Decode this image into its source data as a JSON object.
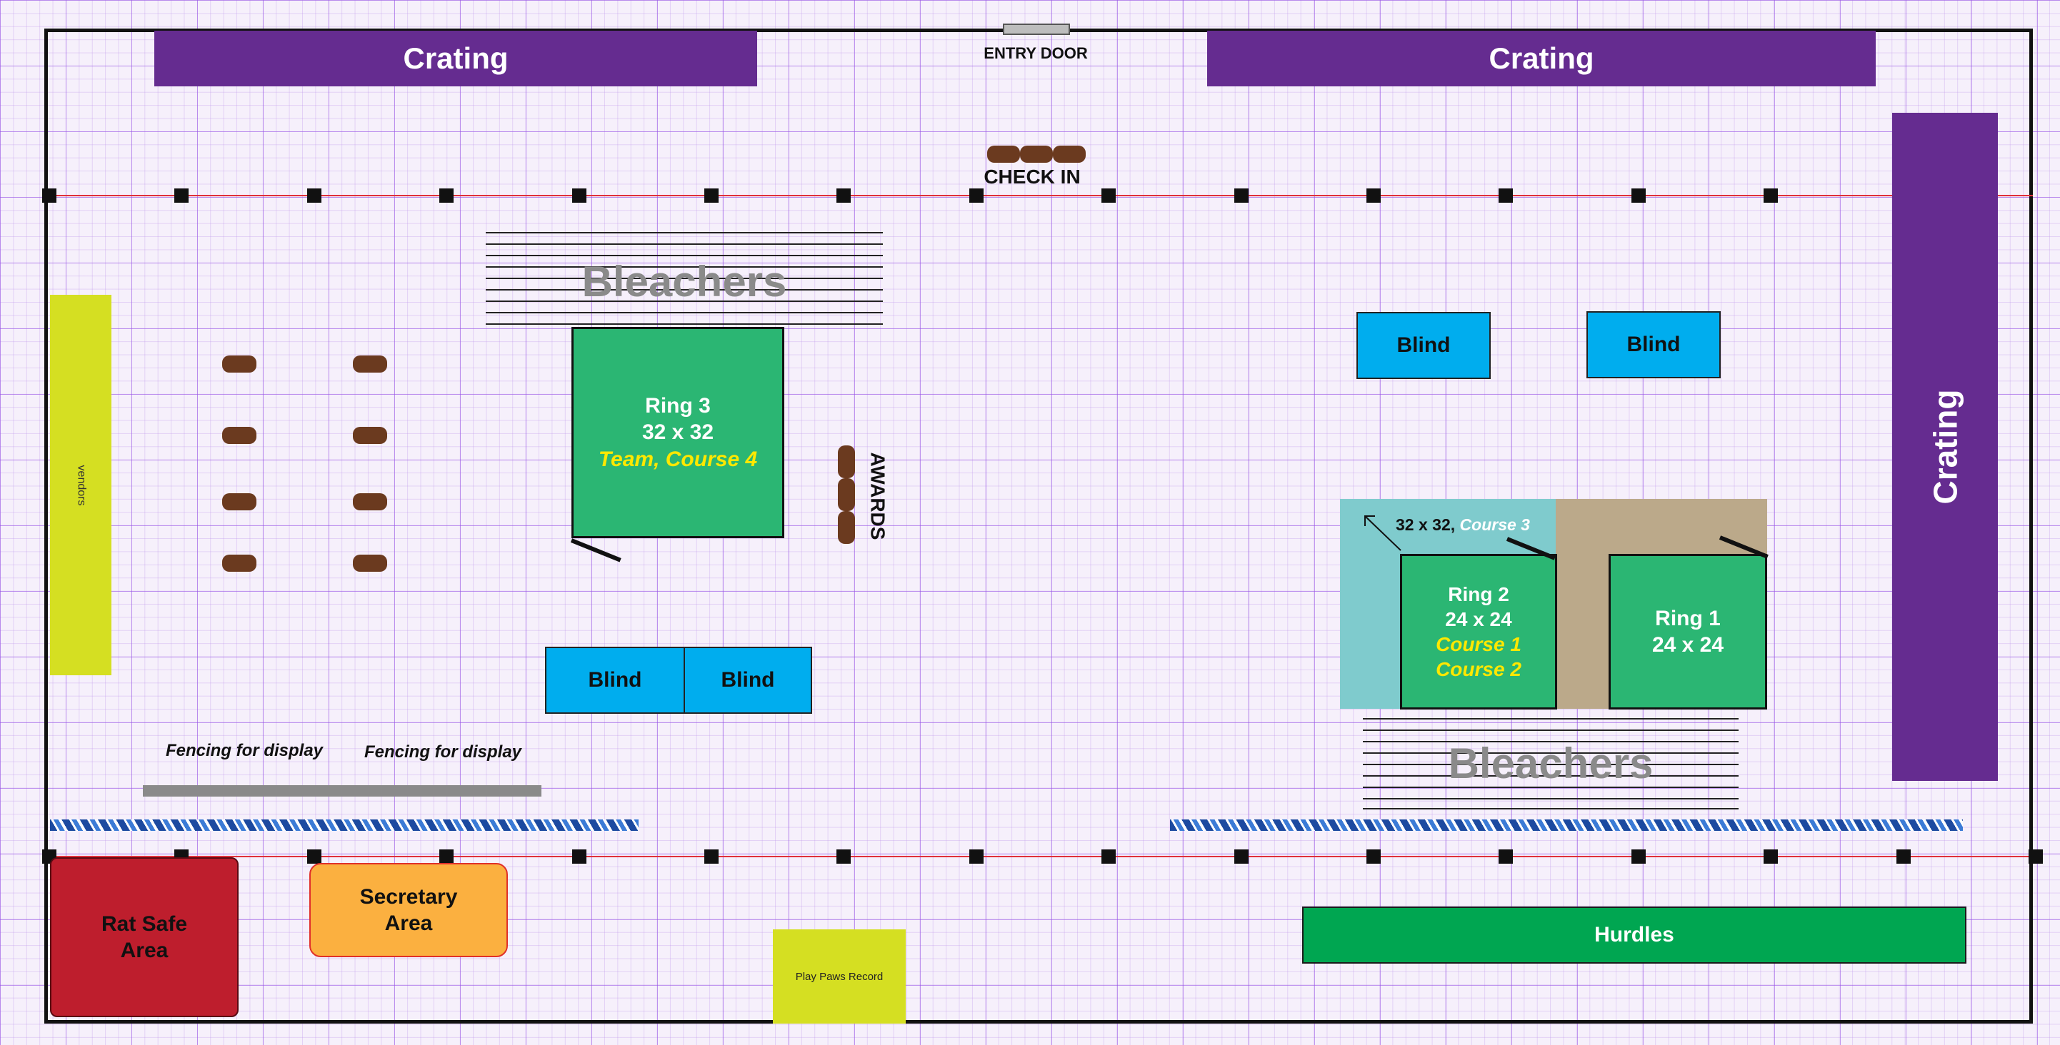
{
  "crating": {
    "top_left": "Crating",
    "top_right": "Crating",
    "right_side": "Crating"
  },
  "entry_door": "ENTRY DOOR",
  "check_in": "CHECK IN",
  "bleachers": {
    "upper": "Bleachers",
    "lower": "Bleachers"
  },
  "vendors": "vendors",
  "ring3": {
    "name": "Ring 3",
    "size": "32 x 32",
    "course": "Team, Course 4"
  },
  "ring2": {
    "name": "Ring 2",
    "size": "24 x 24",
    "course_a": "Course 1",
    "course_b": "Course 2"
  },
  "ring1": {
    "name": "Ring 1",
    "size": "24 x 24"
  },
  "ring2_area": {
    "size": "32 x 32,",
    "course": "Course 3"
  },
  "awards": "AWARDS",
  "blinds": {
    "upper_left": "Blind",
    "upper_right": "Blind",
    "lower_left": "Blind",
    "lower_right": "Blind"
  },
  "fencing": {
    "left": "Fencing for display",
    "right": "Fencing for display"
  },
  "rat_safe": {
    "line1": "Rat Safe",
    "line2": "Area"
  },
  "secretary": {
    "line1": "Secretary",
    "line2": "Area"
  },
  "play_paws": "Play Paws Record",
  "hurdles": "Hurdles",
  "colors": {
    "crating": "#652c90",
    "ring": "#2bb673",
    "blind": "#00adee",
    "vendors": "#d5df22",
    "rat_safe": "#be1e2d",
    "secretary": "#fbb040",
    "hurdles": "#00a651",
    "bench": "#6b3a1f",
    "tan_area": "#bba98a",
    "teal_area": "#7fcbcd"
  }
}
